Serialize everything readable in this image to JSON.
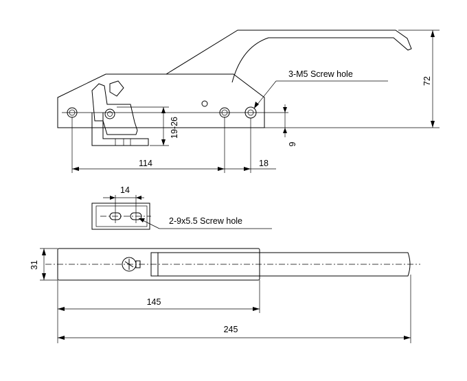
{
  "diagram": {
    "callouts": {
      "m5_holes": "3-M5 Screw  hole",
      "slot_holes": "2-9x5.5 Screw hole"
    },
    "dimensions": {
      "height": "72",
      "offset": "9",
      "hole_span": "114",
      "edge": "18",
      "range": "19-26",
      "slot_spacing": "14",
      "width": "31",
      "base_length": "145",
      "total_length": "245"
    }
  }
}
